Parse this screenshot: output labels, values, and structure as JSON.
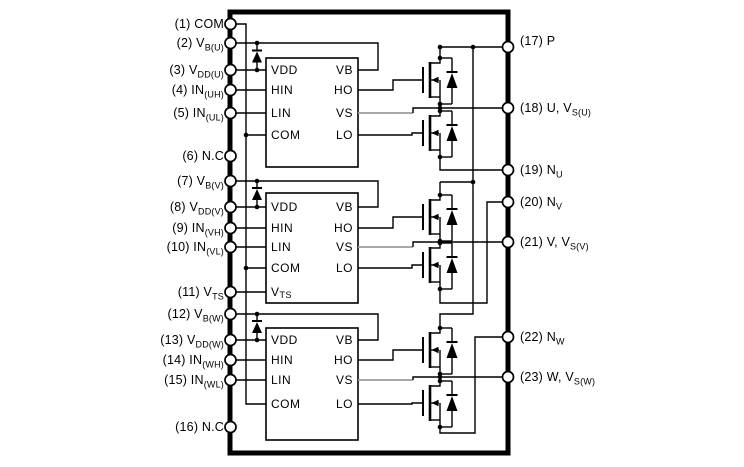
{
  "diagram": {
    "type": "block-schematic",
    "description": "Three-phase inverter power module internal block diagram: three gate-driver ICs with bootstrap diodes driving three MOSFET half-bridges",
    "colors": {
      "wire": "#000000",
      "vs_wire": "#9c9c9c",
      "background": "#ffffff"
    },
    "pins": {
      "left": [
        {
          "main": "(1) COM",
          "sub": ""
        },
        {
          "main": "(2) V",
          "sub": "B(U)"
        },
        {
          "main": "(3) V",
          "sub": "DD(U)"
        },
        {
          "main": "(4) IN",
          "sub": "(UH)"
        },
        {
          "main": "(5) IN",
          "sub": "(UL)"
        },
        {
          "main": "(6) N.C",
          "sub": ""
        },
        {
          "main": "(7) V",
          "sub": "B(V)"
        },
        {
          "main": "(8) V",
          "sub": "DD(V)"
        },
        {
          "main": "(9) IN",
          "sub": "(VH)"
        },
        {
          "main": "(10) IN",
          "sub": "(VL)"
        },
        {
          "main": "(11) V",
          "sub": "TS"
        },
        {
          "main": "(12) V",
          "sub": "B(W)"
        },
        {
          "main": "(13) V",
          "sub": "DD(W)"
        },
        {
          "main": "(14) IN",
          "sub": "(WH)"
        },
        {
          "main": "(15) IN",
          "sub": "(WL)"
        },
        {
          "main": "(16) N.C",
          "sub": ""
        }
      ],
      "right": [
        {
          "main": "(17) P",
          "sub": ""
        },
        {
          "main": "(18) U, V",
          "sub": "S(U)"
        },
        {
          "main": "(19) N",
          "sub": "U"
        },
        {
          "main": "(20) N",
          "sub": "V"
        },
        {
          "main": "(21) V, V",
          "sub": "S(V)"
        },
        {
          "main": "(22) N",
          "sub": "W"
        },
        {
          "main": "(23) W, V",
          "sub": "S(W)"
        }
      ]
    },
    "driver_blocks": [
      {
        "ports_left": [
          {
            "main": "VDD",
            "sub": ""
          },
          {
            "main": "HIN",
            "sub": ""
          },
          {
            "main": "LIN",
            "sub": ""
          },
          {
            "main": "COM",
            "sub": ""
          }
        ],
        "ports_right": [
          "VB",
          "HO",
          "VS",
          "LO"
        ]
      },
      {
        "ports_left": [
          {
            "main": "VDD",
            "sub": ""
          },
          {
            "main": "HIN",
            "sub": ""
          },
          {
            "main": "LIN",
            "sub": ""
          },
          {
            "main": "COM",
            "sub": ""
          },
          {
            "main": "V",
            "sub": "TS"
          }
        ],
        "ports_right": [
          "VB",
          "HO",
          "VS",
          "LO"
        ]
      },
      {
        "ports_left": [
          {
            "main": "VDD",
            "sub": ""
          },
          {
            "main": "HIN",
            "sub": ""
          },
          {
            "main": "LIN",
            "sub": ""
          },
          {
            "main": "COM",
            "sub": ""
          }
        ],
        "ports_right": [
          "VB",
          "HO",
          "VS",
          "LO"
        ]
      }
    ]
  }
}
